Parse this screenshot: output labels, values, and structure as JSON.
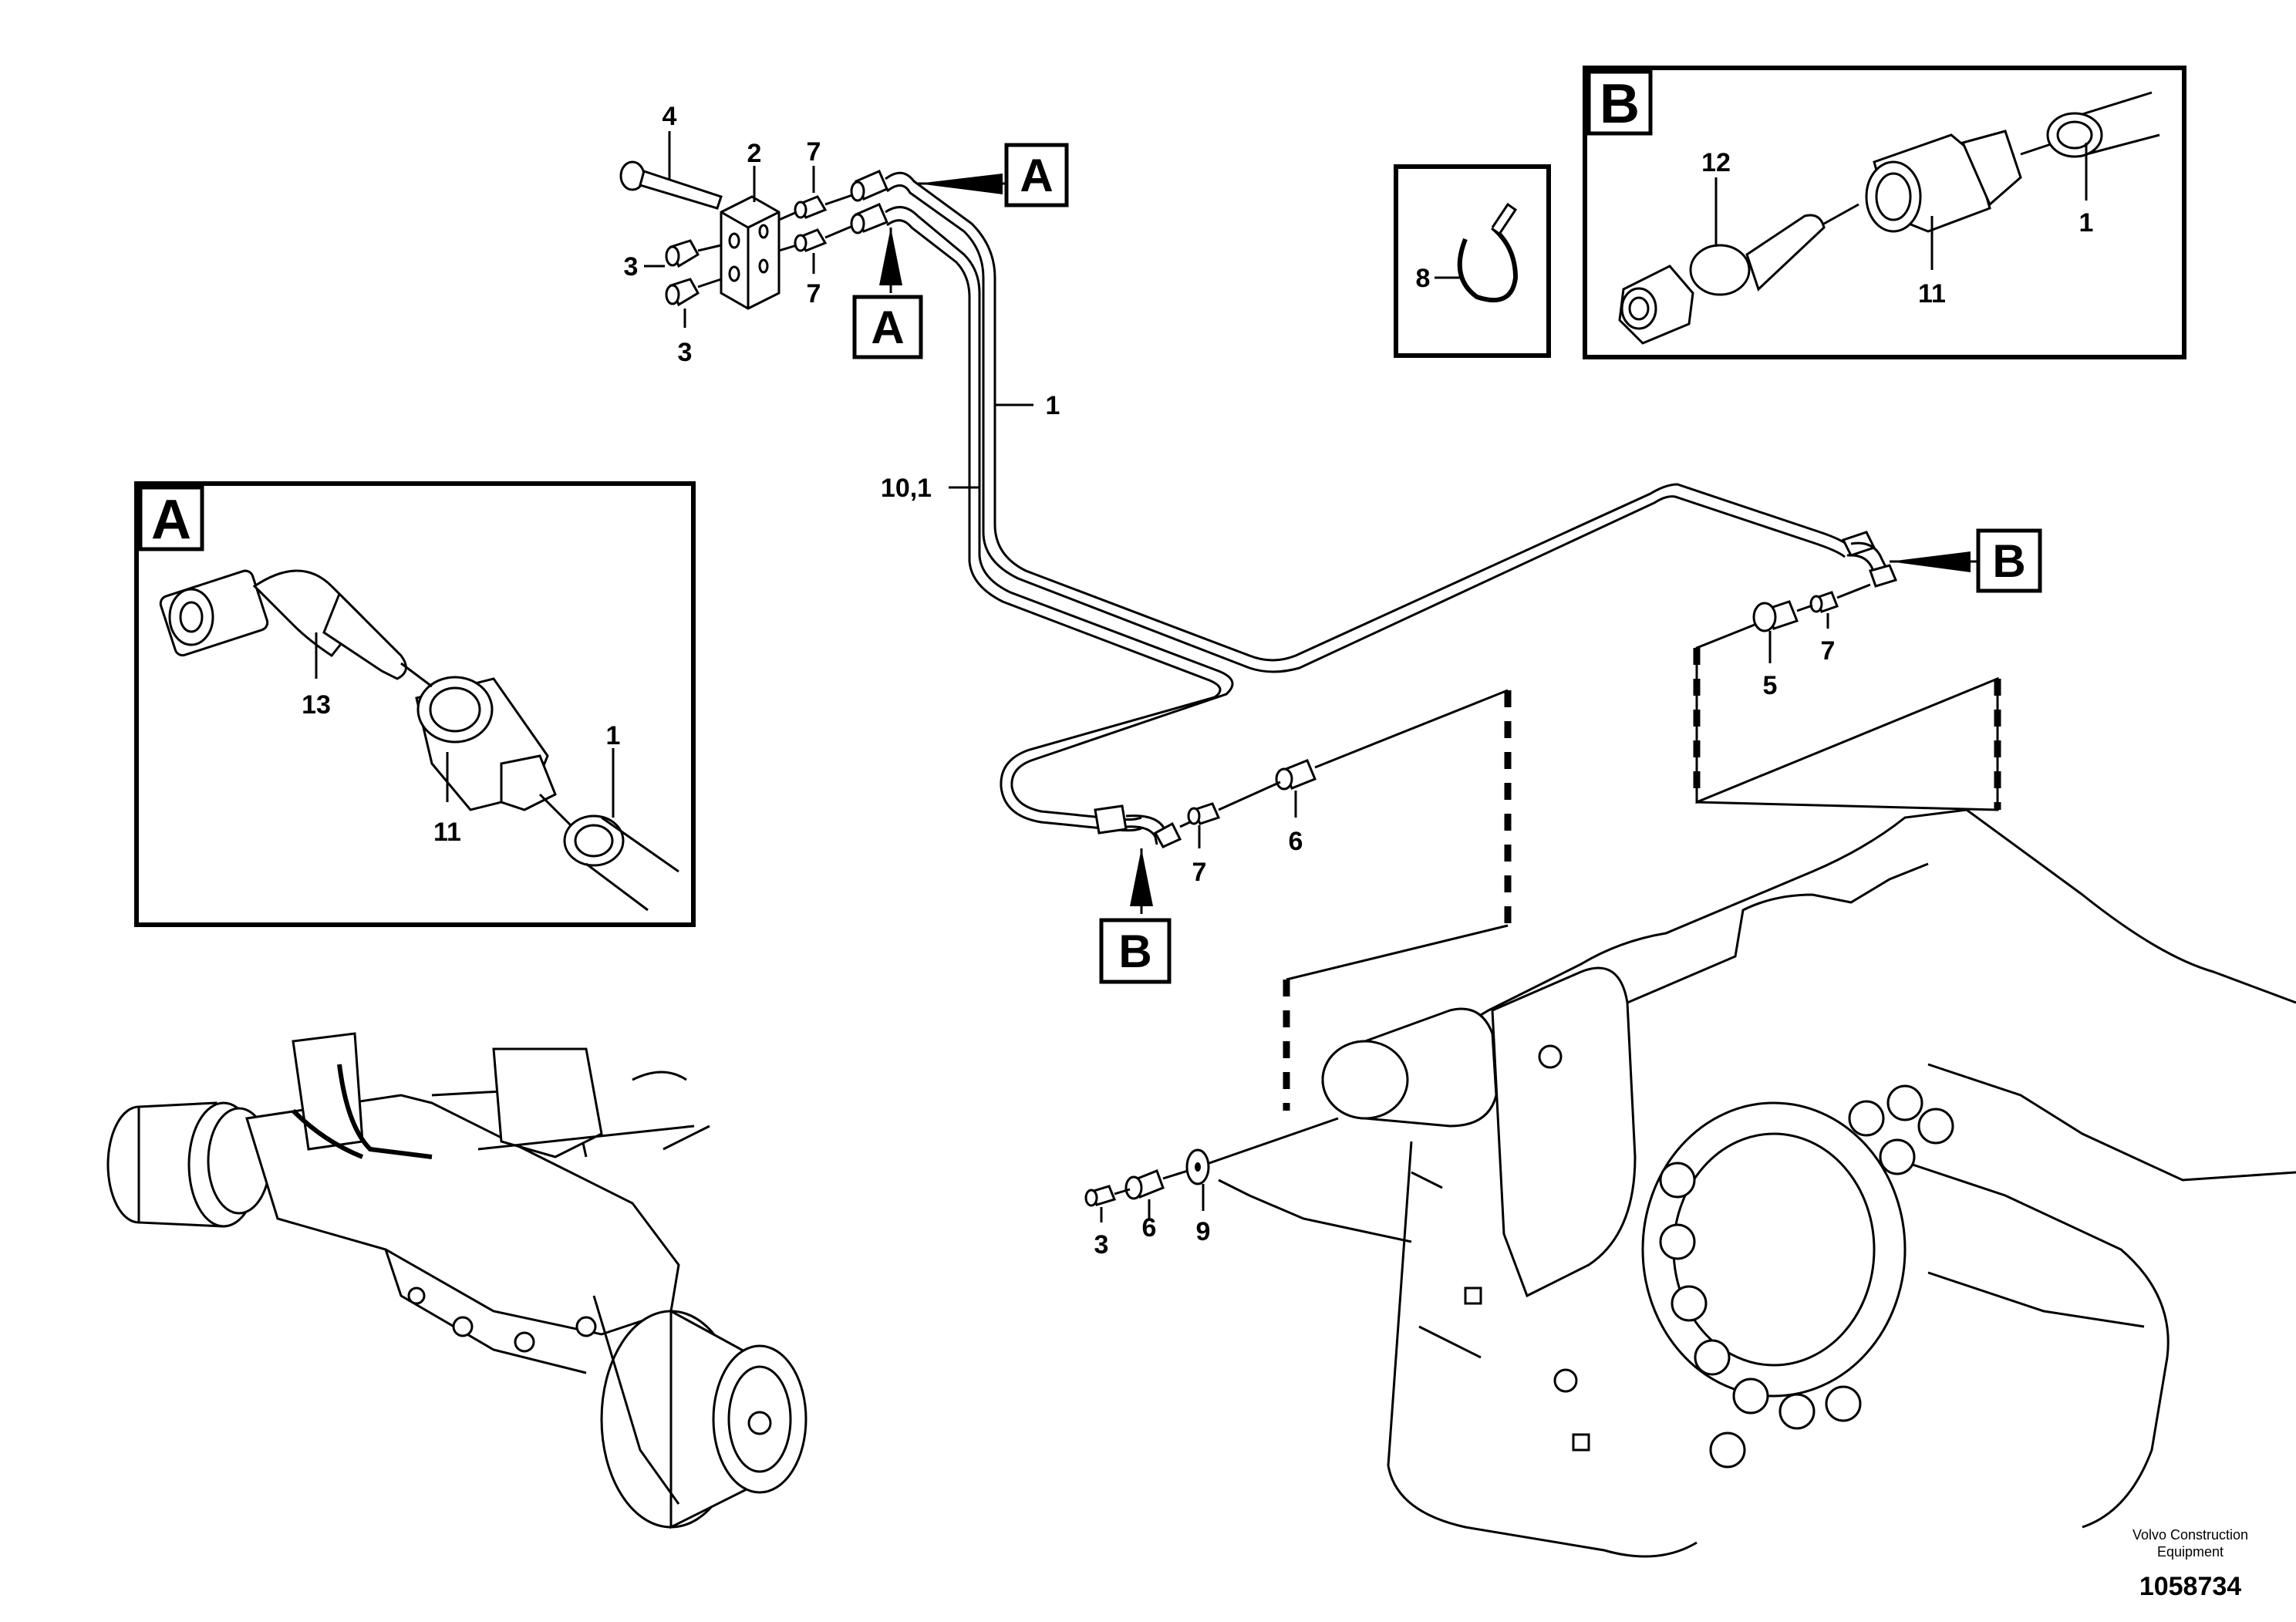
{
  "footer": {
    "brand_line1": "Volvo Construction",
    "brand_line2": "Equipment",
    "doc_number": "1058734"
  },
  "detail_a": {
    "letter": "A",
    "labels": [
      "13",
      "11",
      "1"
    ]
  },
  "detail_b": {
    "letter": "B",
    "labels": [
      "12",
      "11",
      "1"
    ]
  },
  "detail_tie": {
    "label": "8"
  },
  "callouts": {
    "block_4": "4",
    "block_2": "2",
    "plug_3a": "3",
    "plug_3b": "3",
    "nipple_7a": "7",
    "nipple_7b": "7",
    "tube_1": "1",
    "tube_10_1": "10,1",
    "plug_5": "5",
    "nipple_7c": "7",
    "nipple_7d": "7",
    "nut_6a": "6",
    "plug_3c": "3",
    "nut_6b": "6",
    "washer_9": "9"
  },
  "refs": {
    "a_top_right": "A",
    "a_top_lower": "A",
    "b_right": "B",
    "b_bottom": "B"
  }
}
